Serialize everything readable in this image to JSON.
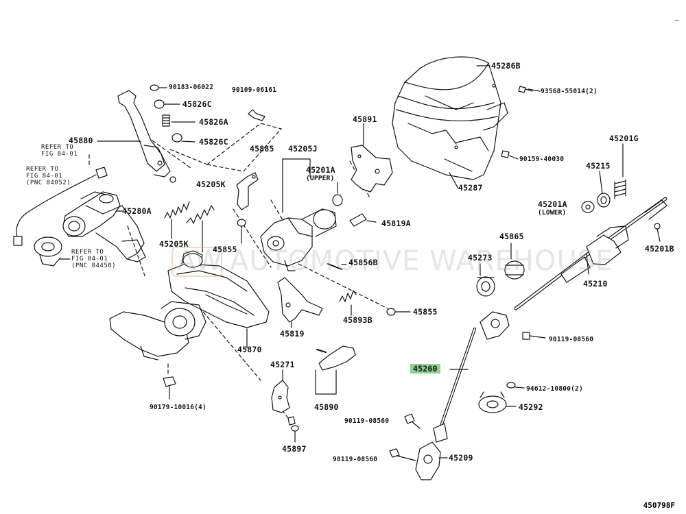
{
  "corner_mark": "–",
  "figure_id": "450798F",
  "watermark": {
    "logo": "AW",
    "text": "AUTOMOTIVE WAREHOUSE"
  },
  "highlight_color": "#8fd18f",
  "parts": {
    "p90183": "90183-06022",
    "p45826C_top": "45826C",
    "p45826A": "45826A",
    "p45826C_bot": "45826C",
    "p90109": "90109-06161",
    "p45880": "45880",
    "p45885": "45885",
    "p45205J": "45205J",
    "p45201A_upper": "45201A",
    "upper": "(UPPER)",
    "p45891": "45891",
    "p45286B": "45286B",
    "p93568": "93568-55014(2)",
    "p90159": "90159-40030",
    "p45287": "45287",
    "p45201G": "45201G",
    "p45215": "45215",
    "p45201A_lower": "45201A",
    "lower": "(LOWER)",
    "p45201B": "45201B",
    "p45280A": "45280A",
    "p45205K_a": "45205K",
    "p45205K_b": "45205K",
    "p45855_a": "45855",
    "p45819A": "45819A",
    "p45856B": "45856B",
    "p45865": "45865",
    "p45273": "45273",
    "p45210": "45210",
    "p45819": "45819",
    "p45893B": "45893B",
    "p45855_b": "45855",
    "p90119_a": "90119-08560",
    "p45870": "45870",
    "p45260": "45260",
    "p45271": "45271",
    "p45890": "45890",
    "p94612": "94612-10800(2)",
    "p45292": "45292",
    "p90179": "90179-10016(4)",
    "p90119_b": "90119-08560",
    "p45897": "45897",
    "p90119_c": "90119-08560",
    "p45209": "45209"
  },
  "refs": {
    "ref1": [
      "REFER TO",
      "FIG 84-01"
    ],
    "ref2": [
      "REFER TO",
      "FIG 84-01",
      "(PNC 84052)"
    ],
    "ref3": [
      "REFER TO",
      "FIG 84-01",
      "(PNC 84450)"
    ]
  }
}
